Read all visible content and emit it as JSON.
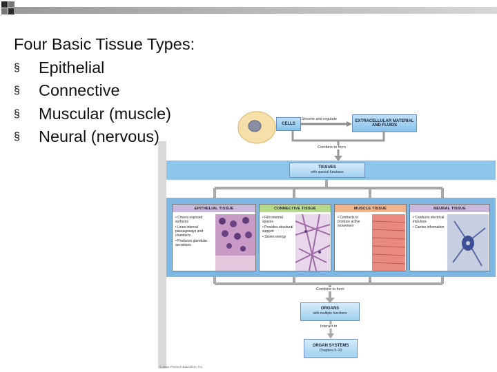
{
  "slide": {
    "heading": "Four Basic Tissue Types:",
    "bullet_glyph": "§",
    "bullets": [
      "Epithelial",
      "Connective",
      "Muscular (muscle)",
      "Neural (nervous)"
    ]
  },
  "figure": {
    "cells_label": "CELLS",
    "secrete_label": "Secrete and regulate",
    "extracellular_label": "EXTRACELLULAR MATERIAL AND FLUIDS",
    "combine_label": "Combine to form",
    "tissues_title": "TISSUES",
    "tissues_sub": "with special functions",
    "panels": [
      {
        "title": "EPITHELIAL TISSUE",
        "items": [
          "• Covers exposed surfaces",
          "• Lines internal passageways and chambers",
          "• Produces glandular secretions"
        ]
      },
      {
        "title": "CONNECTIVE TISSUE",
        "items": [
          "• Fills internal spaces",
          "• Provides structural support",
          "• Stores energy"
        ]
      },
      {
        "title": "MUSCLE TISSUE",
        "items": [
          "• Contracts to produce active movement"
        ]
      },
      {
        "title": "NEURAL TISSUE",
        "items": [
          "• Conducts electrical impulses",
          "• Carries information"
        ]
      }
    ],
    "combine_label_2": "Combine to form",
    "organs_title": "ORGANS",
    "organs_sub": "with multiple functions",
    "interact_label": "Interact in",
    "systems_title": "ORGAN SYSTEMS",
    "systems_sub": "Chapters 5–20",
    "copyright": "© 2011 Pearson Education, Inc."
  },
  "colors": {
    "accent_blue": "#8ec5ea",
    "panel_band": "#7db7e2",
    "header_epithelial": "#c9b8dc",
    "header_connective": "#b7d98a",
    "header_muscle": "#f2b48a",
    "header_neural": "#c9b8dc"
  }
}
